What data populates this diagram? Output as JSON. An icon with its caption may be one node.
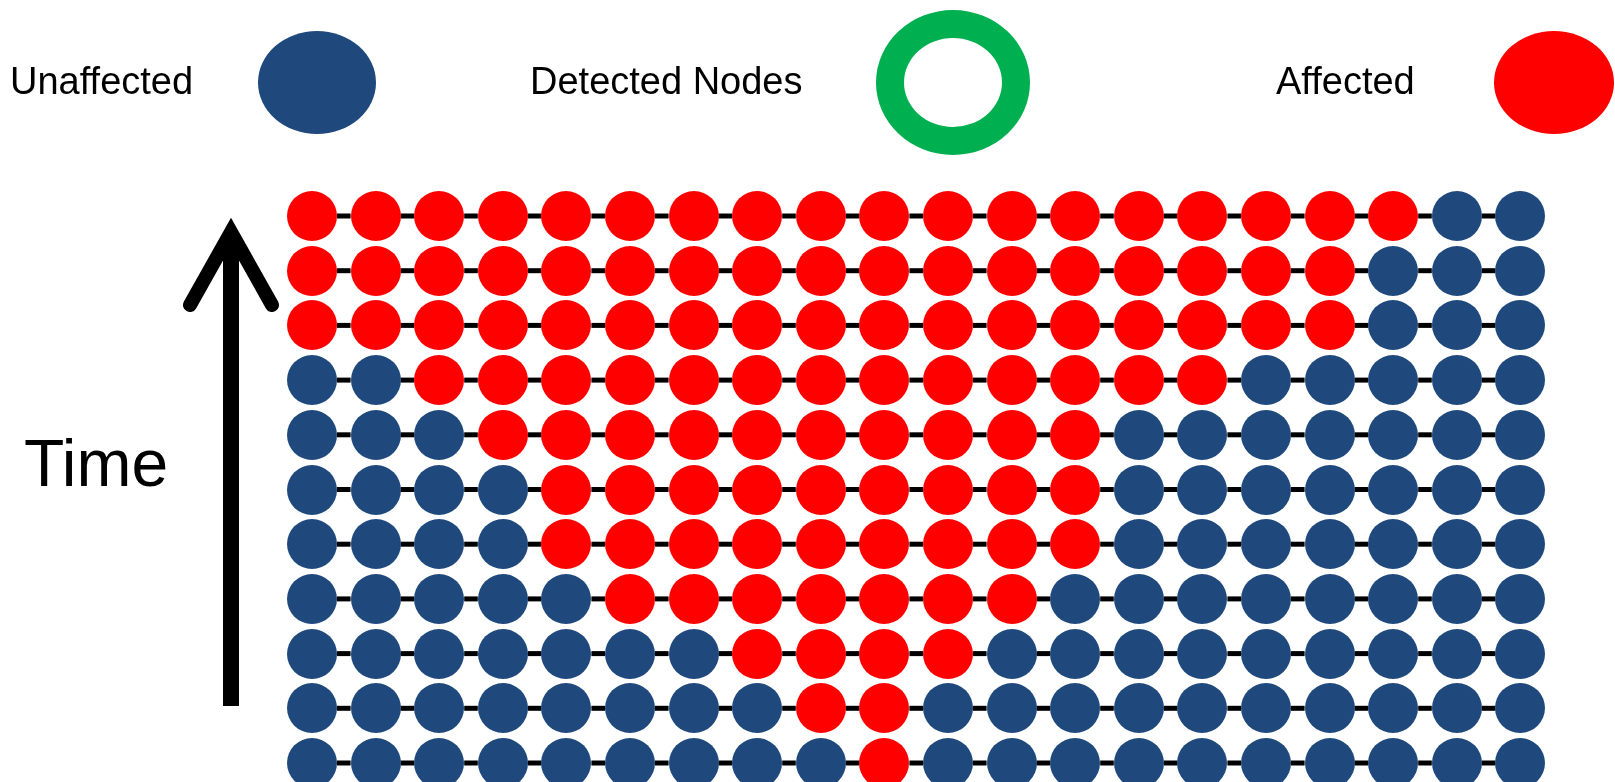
{
  "diagram": {
    "nodes": [
      {
        "text": [],
        "shape": "circle"
      },
      {
        "text": [],
        "shape": "circle"
      },
      {
        "text": [],
        "shape": "circle"
      },
      {
        "text": [],
        "shape": "circle"
      },
      {
        "text": [],
        "shape": "circle"
      },
      {
        "text": [],
        "shape": "circle"
      },
      {
        "text": [],
        "shape": "circle"
      },
      {
        "text": [],
        "shape": "circle"
      },
      {
        "text": [],
        "shape": "circle"
      },
      {
        "text": [],
        "shape": "circle"
      },
      {
        "text": [],
        "shape": "circle"
      },
      {
        "text": [],
        "shape": "circle"
      },
      {
        "text": [],
        "shape": "circle"
      },
      {
        "text": [],
        "shape": "circle"
      },
      {
        "text": [],
        "shape": "circle"
      },
      {
        "text": [],
        "shape": "circle"
      },
      {
        "text": [],
        "shape": "circle"
      },
      {
        "text": [],
        "shape": "circle"
      },
      {
        "text": [],
        "shape": "circle"
      },
      {
        "text": [],
        "shape": "circle"
      },
      {
        "text": [],
        "shape": "circle"
      },
      {
        "text": [],
        "shape": "circle"
      },
      {
        "text": [],
        "shape": "circle"
      },
      {
        "text": [],
        "shape": "circle"
      },
      {
        "text": [],
        "shape": "circle"
      },
      {
        "text": [],
        "shape": "circle"
      },
      {
        "text": [],
        "shape": "circle"
      },
      {
        "text": [],
        "shape": "circle"
      },
      {
        "text": [],
        "shape": "circle"
      },
      {
        "text": [],
        "shape": "circle"
      },
      {
        "text": [],
        "shape": "circle"
      },
      {
        "text": [],
        "shape": "circle"
      },
      {
        "text": [],
        "shape": "circle"
      },
      {
        "text": [],
        "shape": "circle"
      },
      {
        "text": [],
        "shape": "circle"
      },
      {
        "text": [],
        "shape": "circle"
      },
      {
        "text": [],
        "shape": "circle"
      },
      {
        "text": [],
        "shape": "circle"
      },
      {
        "text": [],
        "shape": "circle"
      },
      {
        "text": [],
        "shape": "circle"
      },
      {
        "text": [],
        "shape": "circle"
      },
      {
        "text": [],
        "shape": "circle"
      },
      {
        "text": [],
        "shape": "circle"
      },
      {
        "text": [],
        "shape": "circle"
      },
      {
        "text": [],
        "shape": "circle"
      },
      {
        "text": [],
        "shape": "circle"
      },
      {
        "text": [],
        "shape": "circle"
      },
      {
        "text": [],
        "shape": "circle"
      },
      {
        "text": [],
        "shape": "circle"
      },
      {
        "text": [],
        "shape": "circle"
      },
      {
        "text": [],
        "shape": "circle"
      },
      {
        "text": [],
        "shape": "circle"
      },
      {
        "text": [],
        "shape": "circle"
      },
      {
        "text": [],
        "shape": "circle"
      },
      {
        "text": [],
        "shape": "circle"
      },
      {
        "text": [],
        "shape": "circle"
      },
      {
        "text": [],
        "shape": "circle"
      },
      {
        "text": [],
        "shape": "circle"
      },
      {
        "text": [],
        "shape": "circle"
      },
      {
        "text": [],
        "shape": "circle"
      },
      {
        "text": [],
        "shape": "circle"
      },
      {
        "text": [],
        "shape": "circle"
      },
      {
        "text": [],
        "shape": "circle"
      },
      {
        "text": [],
        "shape": "circle"
      },
      {
        "text": [],
        "shape": "circle"
      },
      {
        "text": [],
        "shape": "circle"
      },
      {
        "text": [],
        "shape": "circle"
      },
      {
        "text": [],
        "shape": "circle"
      },
      {
        "text": [],
        "shape": "circle"
      },
      {
        "text": [],
        "shape": "circle"
      },
      {
        "text": [],
        "shape": "circle"
      },
      {
        "text": [],
        "shape": "circle"
      },
      {
        "text": [],
        "shape": "circle"
      },
      {
        "text": [],
        "shape": "circle"
      },
      {
        "text": [],
        "shape": "circle"
      },
      {
        "text": [],
        "shape": "circle"
      },
      {
        "text": [],
        "shape": "circle"
      },
      {
        "text": [],
        "shape": "circle"
      },
      {
        "text": [],
        "shape": "circle"
      },
      {
        "text": [],
        "shape": "circle"
      },
      {
        "text": [],
        "shape": "circle"
      },
      {
        "text": [],
        "shape": "circle"
      },
      {
        "text": [],
        "shape": "circle"
      },
      {
        "text": [],
        "shape": "circle"
      },
      {
        "text": [],
        "shape": "circle"
      },
      {
        "text": [],
        "shape": "circle"
      },
      {
        "text": [],
        "shape": "circle"
      },
      {
        "text": [],
        "shape": "circle"
      },
      {
        "text": [],
        "shape": "circle"
      },
      {
        "text": [],
        "shape": "circle"
      },
      {
        "text": [],
        "shape": "circle"
      },
      {
        "text": [],
        "shape": "circle"
      },
      {
        "text": [],
        "shape": "circle"
      },
      {
        "text": [],
        "shape": "circle"
      },
      {
        "text": [],
        "shape": "circle"
      },
      {
        "text": [],
        "shape": "circle"
      },
      {
        "text": [],
        "shape": "circle"
      },
      {
        "text": [],
        "shape": "circle"
      },
      {
        "text": [],
        "shape": "circle"
      },
      {
        "text": [],
        "shape": "circle"
      },
      {
        "text": [],
        "shape": "circle"
      },
      {
        "text": [],
        "shape": "circle"
      },
      {
        "text": [],
        "shape": "circle"
      },
      {
        "text": [],
        "shape": "circle"
      },
      {
        "text": [],
        "shape": "circle"
      },
      {
        "text": [],
        "shape": "circle"
      },
      {
        "text": [],
        "shape": "circle"
      },
      {
        "text": [],
        "shape": "circle"
      },
      {
        "text": [],
        "shape": "circle"
      },
      {
        "text": [],
        "shape": "circle"
      },
      {
        "text": [],
        "shape": "circle"
      },
      {
        "text": [],
        "shape": "circle"
      },
      {
        "text": [],
        "shape": "circle"
      },
      {
        "text": [],
        "shape": "circle"
      },
      {
        "text": [],
        "shape": "circle"
      },
      {
        "text": [],
        "shape": "circle"
      },
      {
        "text": [],
        "shape": "circle"
      },
      {
        "text": [],
        "shape": "circle"
      },
      {
        "text": [],
        "shape": "circle"
      },
      {
        "text": [],
        "shape": "circle"
      },
      {
        "text": [],
        "shape": "circle"
      },
      {
        "text": [],
        "shape": "circle"
      },
      {
        "text": [],
        "shape": "circle"
      },
      {
        "text": [],
        "shape": "circle"
      },
      {
        "text": [],
        "shape": "circle"
      },
      {
        "text": [],
        "shape": "circle"
      },
      {
        "text": [],
        "shape": "circle"
      },
      {
        "text": [],
        "shape": "circle"
      },
      {
        "text": [],
        "shape": "circle"
      },
      {
        "text": [],
        "shape": "circle"
      },
      {
        "text": [],
        "shape": "circle"
      },
      {
        "text": [],
        "shape": "circle"
      },
      {
        "text": [],
        "shape": "circle"
      },
      {
        "text": [],
        "shape": "circle"
      },
      {
        "text": [],
        "shape": "circle"
      },
      {
        "text": [],
        "shape": "circle"
      },
      {
        "text": [],
        "shape": "circle"
      },
      {
        "text": [],
        "shape": "circle"
      },
      {
        "text": [],
        "shape": "circle"
      },
      {
        "text": [],
        "shape": "circle"
      },
      {
        "text": [],
        "shape": "circle"
      },
      {
        "text": [],
        "shape": "circle"
      },
      {
        "text": [],
        "shape": "circle"
      },
      {
        "text": [],
        "shape": "circle"
      },
      {
        "text": [],
        "shape": "circle"
      },
      {
        "text": [],
        "shape": "circle"
      },
      {
        "text": [],
        "shape": "circle"
      },
      {
        "text": [],
        "shape": "circle"
      },
      {
        "text": [],
        "shape": "circle"
      },
      {
        "text": [],
        "shape": "circle"
      },
      {
        "text": [],
        "shape": "circle"
      },
      {
        "text": [],
        "shape": "circle"
      },
      {
        "text": [],
        "shape": "circle"
      },
      {
        "text": [],
        "shape": "circle"
      },
      {
        "text": [],
        "shape": "circle"
      },
      {
        "text": [],
        "shape": "circle"
      },
      {
        "text": [],
        "shape": "circle"
      },
      {
        "text": [],
        "shape": "circle"
      },
      {
        "text": [],
        "shape": "circle"
      },
      {
        "text": [],
        "shape": "circle"
      },
      {
        "text": [],
        "shape": "circle"
      },
      {
        "text": [],
        "shape": "circle"
      },
      {
        "text": [],
        "shape": "circle"
      },
      {
        "text": [],
        "shape": "circle"
      },
      {
        "text": [],
        "shape": "circle"
      },
      {
        "text": [],
        "shape": "circle"
      },
      {
        "text": [],
        "shape": "circle"
      },
      {
        "text": [],
        "shape": "circle"
      },
      {
        "text": [],
        "shape": "circle"
      },
      {
        "text": [],
        "shape": "circle"
      },
      {
        "text": [],
        "shape": "circle"
      },
      {
        "text": [],
        "shape": "circle"
      },
      {
        "text": [],
        "shape": "circle"
      },
      {
        "text": [],
        "shape": "circle"
      },
      {
        "text": [],
        "shape": "circle"
      },
      {
        "text": [],
        "shape": "circle"
      },
      {
        "text": [],
        "shape": "circle"
      },
      {
        "text": [],
        "shape": "circle"
      },
      {
        "text": [],
        "shape": "circle"
      },
      {
        "text": [],
        "shape": "circle"
      },
      {
        "text": [],
        "shape": "circle"
      },
      {
        "text": [],
        "shape": "circle"
      },
      {
        "text": [],
        "shape": "circle"
      },
      {
        "text": [],
        "shape": "circle"
      },
      {
        "text": [],
        "shape": "circle"
      },
      {
        "text": [],
        "shape": "circle"
      },
      {
        "text": [],
        "shape": "circle"
      },
      {
        "text": [],
        "shape": "circle"
      },
      {
        "text": [],
        "shape": "circle"
      },
      {
        "text": [],
        "shape": "circle"
      },
      {
        "text": [],
        "shape": "circle"
      },
      {
        "text": [],
        "shape": "circle"
      },
      {
        "text": [],
        "shape": "circle"
      },
      {
        "text": [],
        "shape": "circle"
      },
      {
        "text": [],
        "shape": "circle"
      },
      {
        "text": [],
        "shape": "circle"
      },
      {
        "text": [],
        "shape": "circle"
      },
      {
        "text": [],
        "shape": "circle"
      },
      {
        "text": [],
        "shape": "circle"
      },
      {
        "text": [],
        "shape": "circle"
      },
      {
        "text": [],
        "shape": "circle"
      },
      {
        "text": [],
        "shape": "circle"
      },
      {
        "text": [],
        "shape": "circle"
      },
      {
        "text": [],
        "shape": "circle"
      },
      {
        "text": [],
        "shape": "circle"
      },
      {
        "text": [],
        "shape": "circle"
      },
      {
        "text": [],
        "shape": "circle"
      },
      {
        "text": [],
        "shape": "circle"
      },
      {
        "text": [],
        "shape": "circle"
      },
      {
        "text": [],
        "shape": "circle"
      },
      {
        "text": [],
        "shape": "circle"
      },
      {
        "text": [],
        "shape": "circle"
      },
      {
        "text": [],
        "shape": "circle"
      },
      {
        "text": [],
        "shape": "circle"
      },
      {
        "text": [],
        "shape": "circle"
      },
      {
        "text": [],
        "shape": "circle"
      },
      {
        "text": [],
        "shape": "circle"
      },
      {
        "text": [],
        "shape": "circle"
      },
      {
        "text": [],
        "shape": "circle"
      },
      {
        "text": [],
        "shape": "circle"
      }
    ],
    "edges": [
      {
        "from": 0,
        "to": 1,
        "arrow": "none"
      },
      {
        "from": 1,
        "to": 2,
        "arrow": "none"
      },
      {
        "from": 2,
        "to": 3,
        "arrow": "none"
      },
      {
        "from": 3,
        "to": 4,
        "arrow": "none"
      },
      {
        "from": 4,
        "to": 5,
        "arrow": "none"
      },
      {
        "from": 5,
        "to": 6,
        "arrow": "none"
      },
      {
        "from": 6,
        "to": 7,
        "arrow": "none"
      },
      {
        "from": 7,
        "to": 8,
        "arrow": "none"
      },
      {
        "from": 8,
        "to": 9,
        "arrow": "none"
      },
      {
        "from": 9,
        "to": 10,
        "arrow": "none"
      },
      {
        "from": 10,
        "to": 11,
        "arrow": "none"
      },
      {
        "from": 11,
        "to": 12,
        "arrow": "none"
      },
      {
        "from": 12,
        "to": 13,
        "arrow": "none"
      },
      {
        "from": 13,
        "to": 14,
        "arrow": "none"
      },
      {
        "from": 14,
        "to": 15,
        "arrow": "none"
      },
      {
        "from": 15,
        "to": 16,
        "arrow": "none"
      },
      {
        "from": 16,
        "to": 17,
        "arrow": "none"
      },
      {
        "from": 17,
        "to": 18,
        "arrow": "none"
      },
      {
        "from": 18,
        "to": 19,
        "arrow": "none"
      },
      {
        "from": 20,
        "to": 21,
        "arrow": "none"
      },
      {
        "from": 21,
        "to": 22,
        "arrow": "none"
      },
      {
        "from": 22,
        "to": 23,
        "arrow": "none"
      },
      {
        "from": 23,
        "to": 24,
        "arrow": "none"
      },
      {
        "from": 24,
        "to": 25,
        "arrow": "none"
      },
      {
        "from": 25,
        "to": 26,
        "arrow": "none"
      },
      {
        "from": 26,
        "to": 27,
        "arrow": "none"
      },
      {
        "from": 27,
        "to": 28,
        "arrow": "none"
      },
      {
        "from": 28,
        "to": 29,
        "arrow": "none"
      },
      {
        "from": 29,
        "to": 30,
        "arrow": "none"
      },
      {
        "from": 30,
        "to": 31,
        "arrow": "none"
      },
      {
        "from": 31,
        "to": 32,
        "arrow": "none"
      },
      {
        "from": 32,
        "to": 33,
        "arrow": "none"
      },
      {
        "from": 33,
        "to": 34,
        "arrow": "none"
      },
      {
        "from": 34,
        "to": 35,
        "arrow": "none"
      },
      {
        "from": 35,
        "to": 36,
        "arrow": "none"
      },
      {
        "from": 36,
        "to": 37,
        "arrow": "none"
      },
      {
        "from": 37,
        "to": 38,
        "arrow": "none"
      },
      {
        "from": 38,
        "to": 39,
        "arrow": "none"
      },
      {
        "from": 40,
        "to": 41,
        "arrow": "none"
      },
      {
        "from": 41,
        "to": 42,
        "arrow": "none"
      },
      {
        "from": 42,
        "to": 43,
        "arrow": "none"
      },
      {
        "from": 43,
        "to": 44,
        "arrow": "none"
      },
      {
        "from": 44,
        "to": 45,
        "arrow": "none"
      },
      {
        "from": 45,
        "to": 46,
        "arrow": "none"
      },
      {
        "from": 46,
        "to": 47,
        "arrow": "none"
      },
      {
        "from": 47,
        "to": 48,
        "arrow": "none"
      },
      {
        "from": 48,
        "to": 49,
        "arrow": "none"
      },
      {
        "from": 49,
        "to": 50,
        "arrow": "none"
      },
      {
        "from": 50,
        "to": 51,
        "arrow": "none"
      },
      {
        "from": 51,
        "to": 52,
        "arrow": "none"
      },
      {
        "from": 52,
        "to": 53,
        "arrow": "none"
      },
      {
        "from": 53,
        "to": 54,
        "arrow": "none"
      },
      {
        "from": 54,
        "to": 55,
        "arrow": "none"
      },
      {
        "from": 55,
        "to": 56,
        "arrow": "none"
      },
      {
        "from": 56,
        "to": 57,
        "arrow": "none"
      },
      {
        "from": 57,
        "to": 58,
        "arrow": "none"
      },
      {
        "from": 58,
        "to": 59,
        "arrow": "none"
      },
      {
        "from": 60,
        "to": 61,
        "arrow": "none"
      },
      {
        "from": 61,
        "to": 62,
        "arrow": "none"
      },
      {
        "from": 62,
        "to": 63,
        "arrow": "none"
      },
      {
        "from": 63,
        "to": 64,
        "arrow": "none"
      },
      {
        "from": 64,
        "to": 65,
        "arrow": "none"
      },
      {
        "from": 65,
        "to": 66,
        "arrow": "none"
      },
      {
        "from": 66,
        "to": 67,
        "arrow": "none"
      },
      {
        "from": 67,
        "to": 68,
        "arrow": "none"
      },
      {
        "from": 68,
        "to": 69,
        "arrow": "none"
      },
      {
        "from": 69,
        "to": 70,
        "arrow": "none"
      },
      {
        "from": 70,
        "to": 71,
        "arrow": "none"
      },
      {
        "from": 71,
        "to": 72,
        "arrow": "none"
      },
      {
        "from": 72,
        "to": 73,
        "arrow": "none"
      },
      {
        "from": 73,
        "to": 74,
        "arrow": "none"
      },
      {
        "from": 74,
        "to": 75,
        "arrow": "none"
      },
      {
        "from": 75,
        "to": 76,
        "arrow": "none"
      },
      {
        "from": 76,
        "to": 77,
        "arrow": "none"
      },
      {
        "from": 77,
        "to": 78,
        "arrow": "none"
      },
      {
        "from": 78,
        "to": 79,
        "arrow": "none"
      },
      {
        "from": 80,
        "to": 81,
        "arrow": "none"
      },
      {
        "from": 81,
        "to": 82,
        "arrow": "none"
      },
      {
        "from": 82,
        "to": 83,
        "arrow": "none"
      },
      {
        "from": 83,
        "to": 84,
        "arrow": "none"
      },
      {
        "from": 84,
        "to": 85,
        "arrow": "none"
      },
      {
        "from": 85,
        "to": 86,
        "arrow": "none"
      },
      {
        "from": 86,
        "to": 87,
        "arrow": "none"
      },
      {
        "from": 87,
        "to": 88,
        "arrow": "none"
      },
      {
        "from": 88,
        "to": 89,
        "arrow": "none"
      },
      {
        "from": 89,
        "to": 90,
        "arrow": "none"
      },
      {
        "from": 90,
        "to": 91,
        "arrow": "none"
      },
      {
        "from": 91,
        "to": 92,
        "arrow": "none"
      },
      {
        "from": 92,
        "to": 93,
        "arrow": "none"
      },
      {
        "from": 93,
        "to": 94,
        "arrow": "none"
      },
      {
        "from": 94,
        "to": 95,
        "arrow": "none"
      },
      {
        "from": 95,
        "to": 96,
        "arrow": "none"
      },
      {
        "from": 96,
        "to": 97,
        "arrow": "none"
      },
      {
        "from": 97,
        "to": 98,
        "arrow": "none"
      },
      {
        "from": 98,
        "to": 99,
        "arrow": "none"
      },
      {
        "from": 100,
        "to": 101,
        "arrow": "none"
      },
      {
        "from": 101,
        "to": 102,
        "arrow": "none"
      },
      {
        "from": 102,
        "to": 103,
        "arrow": "none"
      },
      {
        "from": 103,
        "to": 104,
        "arrow": "none"
      },
      {
        "from": 104,
        "to": 105,
        "arrow": "none"
      },
      {
        "from": 105,
        "to": 106,
        "arrow": "none"
      },
      {
        "from": 106,
        "to": 107,
        "arrow": "none"
      },
      {
        "from": 107,
        "to": 108,
        "arrow": "none"
      },
      {
        "from": 108,
        "to": 109,
        "arrow": "none"
      },
      {
        "from": 109,
        "to": 110,
        "arrow": "none"
      },
      {
        "from": 110,
        "to": 111,
        "arrow": "none"
      },
      {
        "from": 111,
        "to": 112,
        "arrow": "none"
      },
      {
        "from": 112,
        "to": 113,
        "arrow": "none"
      },
      {
        "from": 113,
        "to": 114,
        "arrow": "none"
      },
      {
        "from": 114,
        "to": 115,
        "arrow": "none"
      },
      {
        "from": 115,
        "to": 116,
        "arrow": "none"
      },
      {
        "from": 116,
        "to": 117,
        "arrow": "none"
      },
      {
        "from": 117,
        "to": 118,
        "arrow": "none"
      },
      {
        "from": 118,
        "to": 119,
        "arrow": "none"
      },
      {
        "from": 120,
        "to": 121,
        "arrow": "none"
      },
      {
        "from": 121,
        "to": 122,
        "arrow": "none"
      },
      {
        "from": 122,
        "to": 123,
        "arrow": "none"
      },
      {
        "from": 123,
        "to": 124,
        "arrow": "none"
      },
      {
        "from": 124,
        "to": 125,
        "arrow": "none"
      },
      {
        "from": 125,
        "to": 126,
        "arrow": "none"
      },
      {
        "from": 126,
        "to": 127,
        "arrow": "none"
      },
      {
        "from": 127,
        "to": 128,
        "arrow": "none"
      },
      {
        "from": 128,
        "to": 129,
        "arrow": "none"
      },
      {
        "from": 129,
        "to": 130,
        "arrow": "none"
      },
      {
        "from": 130,
        "to": 131,
        "arrow": "none"
      },
      {
        "from": 131,
        "to": 132,
        "arrow": "none"
      },
      {
        "from": 132,
        "to": 133,
        "arrow": "none"
      },
      {
        "from": 133,
        "to": 134,
        "arrow": "none"
      },
      {
        "from": 134,
        "to": 135,
        "arrow": "none"
      },
      {
        "from": 135,
        "to": 136,
        "arrow": "none"
      },
      {
        "from": 136,
        "to": 137,
        "arrow": "none"
      },
      {
        "from": 137,
        "to": 138,
        "arrow": "none"
      },
      {
        "from": 138,
        "to": 139,
        "arrow": "none"
      },
      {
        "from": 140,
        "to": 141,
        "arrow": "none"
      },
      {
        "from": 141,
        "to": 142,
        "arrow": "none"
      },
      {
        "from": 142,
        "to": 143,
        "arrow": "none"
      },
      {
        "from": 143,
        "to": 144,
        "arrow": "none"
      },
      {
        "from": 144,
        "to": 145,
        "arrow": "none"
      },
      {
        "from": 145,
        "to": 146,
        "arrow": "none"
      },
      {
        "from": 146,
        "to": 147,
        "arrow": "none"
      },
      {
        "from": 147,
        "to": 148,
        "arrow": "none"
      },
      {
        "from": 148,
        "to": 149,
        "arrow": "none"
      },
      {
        "from": 149,
        "to": 150,
        "arrow": "none"
      },
      {
        "from": 150,
        "to": 151,
        "arrow": "none"
      },
      {
        "from": 151,
        "to": 152,
        "arrow": "none"
      },
      {
        "from": 152,
        "to": 153,
        "arrow": "none"
      },
      {
        "from": 153,
        "to": 154,
        "arrow": "none"
      },
      {
        "from": 154,
        "to": 155,
        "arrow": "none"
      },
      {
        "from": 155,
        "to": 156,
        "arrow": "none"
      },
      {
        "from": 156,
        "to": 157,
        "arrow": "none"
      },
      {
        "from": 157,
        "to": 158,
        "arrow": "none"
      },
      {
        "from": 158,
        "to": 159,
        "arrow": "none"
      },
      {
        "from": 160,
        "to": 161,
        "arrow": "none"
      },
      {
        "from": 161,
        "to": 162,
        "arrow": "none"
      },
      {
        "from": 162,
        "to": 163,
        "arrow": "none"
      },
      {
        "from": 163,
        "to": 164,
        "arrow": "none"
      },
      {
        "from": 164,
        "to": 165,
        "arrow": "none"
      },
      {
        "from": 165,
        "to": 166,
        "arrow": "none"
      },
      {
        "from": 166,
        "to": 167,
        "arrow": "none"
      },
      {
        "from": 167,
        "to": 168,
        "arrow": "none"
      },
      {
        "from": 168,
        "to": 169,
        "arrow": "none"
      },
      {
        "from": 169,
        "to": 170,
        "arrow": "none"
      },
      {
        "from": 170,
        "to": 171,
        "arrow": "none"
      },
      {
        "from": 171,
        "to": 172,
        "arrow": "none"
      },
      {
        "from": 172,
        "to": 173,
        "arrow": "none"
      },
      {
        "from": 173,
        "to": 174,
        "arrow": "none"
      },
      {
        "from": 174,
        "to": 175,
        "arrow": "none"
      },
      {
        "from": 175,
        "to": 176,
        "arrow": "none"
      },
      {
        "from": 176,
        "to": 177,
        "arrow": "none"
      },
      {
        "from": 177,
        "to": 178,
        "arrow": "none"
      },
      {
        "from": 178,
        "to": 179,
        "arrow": "none"
      },
      {
        "from": 180,
        "to": 181,
        "arrow": "none"
      },
      {
        "from": 181,
        "to": 182,
        "arrow": "none"
      },
      {
        "from": 182,
        "to": 183,
        "arrow": "none"
      },
      {
        "from": 183,
        "to": 184,
        "arrow": "none"
      },
      {
        "from": 184,
        "to": 185,
        "arrow": "none"
      },
      {
        "from": 185,
        "to": 186,
        "arrow": "none"
      },
      {
        "from": 186,
        "to": 187,
        "arrow": "none"
      },
      {
        "from": 187,
        "to": 188,
        "arrow": "none"
      },
      {
        "from": 188,
        "to": 189,
        "arrow": "none"
      },
      {
        "from": 189,
        "to": 190,
        "arrow": "none"
      },
      {
        "from": 190,
        "to": 191,
        "arrow": "none"
      },
      {
        "from": 191,
        "to": 192,
        "arrow": "none"
      },
      {
        "from": 192,
        "to": 193,
        "arrow": "none"
      },
      {
        "from": 193,
        "to": 194,
        "arrow": "none"
      },
      {
        "from": 194,
        "to": 195,
        "arrow": "none"
      },
      {
        "from": 195,
        "to": 196,
        "arrow": "none"
      },
      {
        "from": 196,
        "to": 197,
        "arrow": "none"
      },
      {
        "from": 197,
        "to": 198,
        "arrow": "none"
      },
      {
        "from": 198,
        "to": 199,
        "arrow": "none"
      },
      {
        "from": 200,
        "to": 201,
        "arrow": "none"
      },
      {
        "from": 201,
        "to": 202,
        "arrow": "none"
      },
      {
        "from": 202,
        "to": 203,
        "arrow": "none"
      },
      {
        "from": 203,
        "to": 204,
        "arrow": "none"
      },
      {
        "from": 204,
        "to": 205,
        "arrow": "none"
      },
      {
        "from": 205,
        "to": 206,
        "arrow": "none"
      },
      {
        "from": 206,
        "to": 207,
        "arrow": "none"
      },
      {
        "from": 207,
        "to": 208,
        "arrow": "none"
      },
      {
        "from": 208,
        "to": 209,
        "arrow": "none"
      },
      {
        "from": 209,
        "to": 210,
        "arrow": "none"
      },
      {
        "from": 210,
        "to": 211,
        "arrow": "none"
      },
      {
        "from": 211,
        "to": 212,
        "arrow": "none"
      },
      {
        "from": 212,
        "to": 213,
        "arrow": "none"
      },
      {
        "from": 213,
        "to": 214,
        "arrow": "none"
      },
      {
        "from": 214,
        "to": 215,
        "arrow": "none"
      },
      {
        "from": 215,
        "to": 216,
        "arrow": "none"
      },
      {
        "from": 216,
        "to": 217,
        "arrow": "none"
      },
      {
        "from": 217,
        "to": 218,
        "arrow": "none"
      },
      {
        "from": 218,
        "to": 219,
        "arrow": "none"
      }
    ],
    "labels": [
      "Time"
    ],
    "legend": [
      {
        "text": "Unaffected",
        "color": "#1f497d"
      },
      {
        "text": "Detected Nodes"
      },
      {
        "text": "Affected",
        "color": "#ff0000"
      }
    ]
  }
}
